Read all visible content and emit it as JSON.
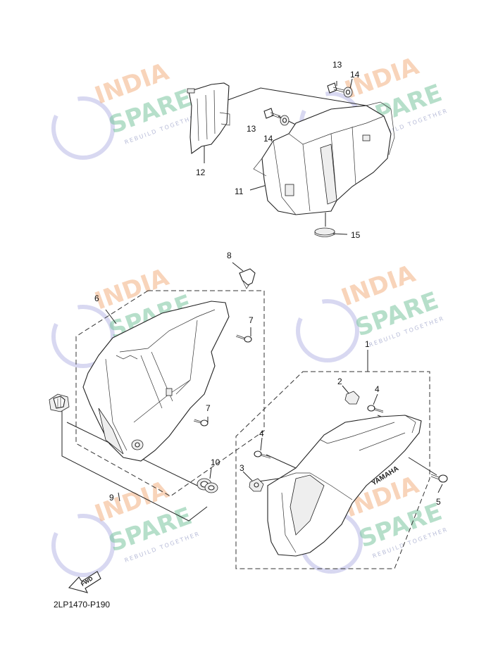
{
  "watermark": {
    "line1": "INDIA",
    "line2": "SPARE",
    "tagline": "REBUILD TOGETHER"
  },
  "callouts": {
    "c1": "1",
    "c2": "2",
    "c3": "3",
    "c4a": "4",
    "c4b": "4",
    "c5": "5",
    "c6": "6",
    "c7a": "7",
    "c7b": "7",
    "c8": "8",
    "c9": "9",
    "c10": "10",
    "c11": "11",
    "c12": "12",
    "c13a": "13",
    "c13b": "13",
    "c14a": "14",
    "c14b": "14",
    "c15": "15"
  },
  "brand_on_cover": "YAMAHA",
  "fwd_label": "FWD",
  "diagram_code": "2LP1470-P190",
  "colors": {
    "watermark_orange": "#f4b183",
    "watermark_green": "#7cc6a0",
    "watermark_purple": "#8e8fd6",
    "line": "#222222"
  }
}
